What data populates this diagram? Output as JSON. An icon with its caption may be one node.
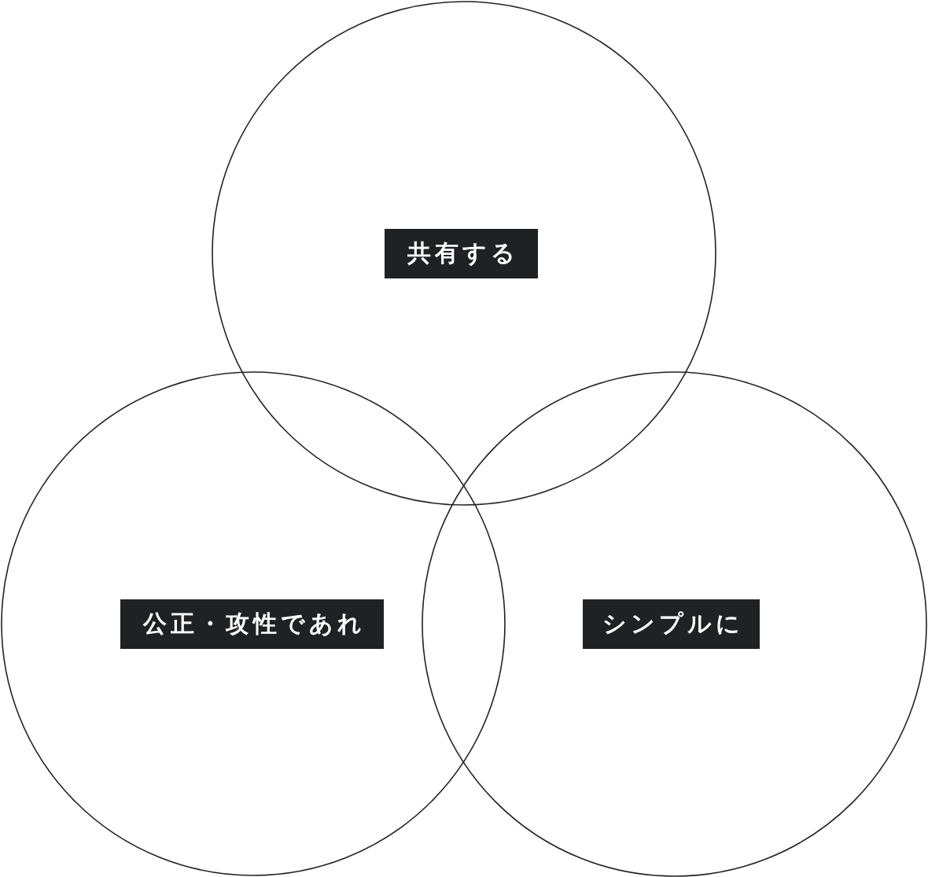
{
  "diagram": {
    "nodes": [
      {
        "text": [],
        "shape": "circle"
      },
      {
        "text": [
          "共有する"
        ],
        "in": 0
      },
      {
        "text": [],
        "shape": "circle"
      },
      {
        "text": [
          "公正・攻性であれ"
        ],
        "in": 2
      },
      {
        "text": [],
        "shape": "circle"
      },
      {
        "text": [
          "シンプルに"
        ],
        "in": 4
      }
    ]
  }
}
